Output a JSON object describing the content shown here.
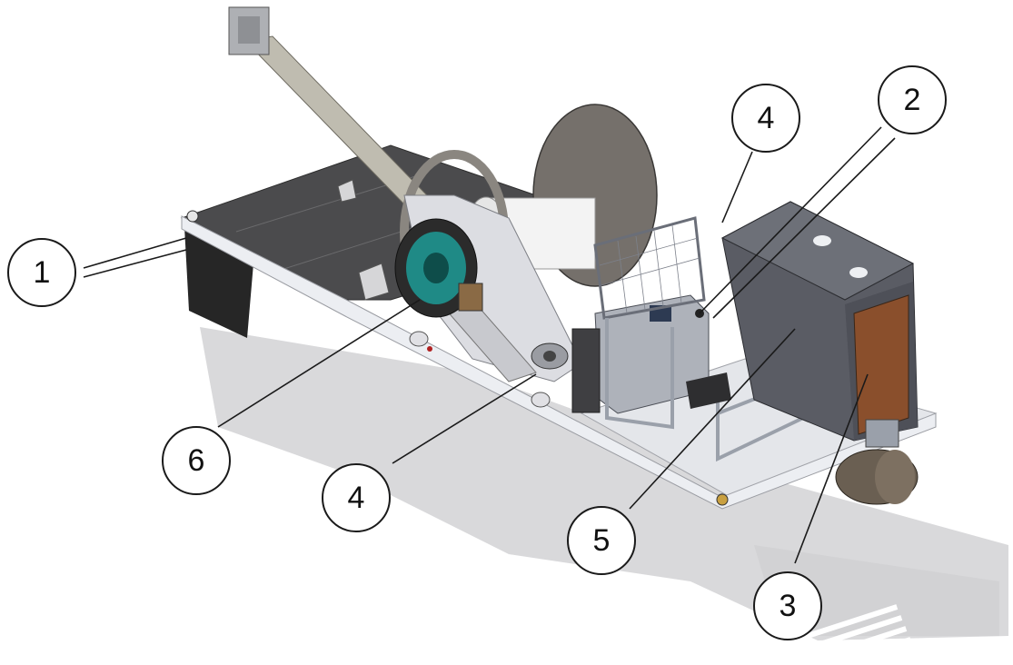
{
  "callouts": [
    {
      "id": "c1",
      "label": "1"
    },
    {
      "id": "c2",
      "label": "2"
    },
    {
      "id": "c3",
      "label": "3"
    },
    {
      "id": "c4a",
      "label": "4"
    },
    {
      "id": "c4b",
      "label": "4"
    },
    {
      "id": "c5",
      "label": "5"
    },
    {
      "id": "c6",
      "label": "6"
    }
  ],
  "colors": {
    "deck": "#4a4a4a",
    "frame": "#e9eaee",
    "machinery": "#b9b9bd",
    "drum": "#6e6864",
    "spool": "#f2f2f2",
    "hub": "#1f8a86",
    "panel": "#8a4f2c",
    "shadow": "#d7d7d9",
    "outline": "#1a1a1a"
  }
}
